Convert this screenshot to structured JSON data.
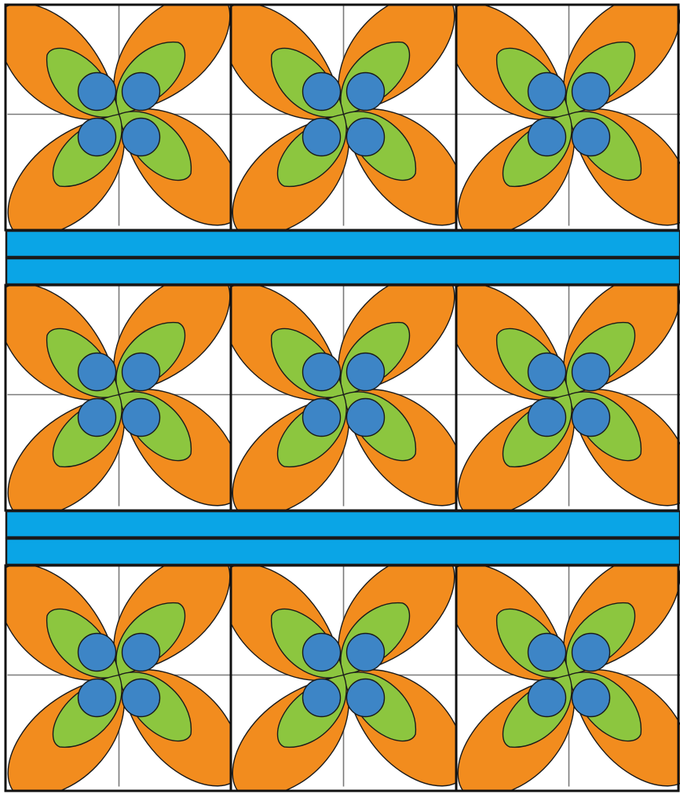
{
  "pattern": {
    "rows_of_tiles": 3,
    "tiles_per_row": 3,
    "divider_bands_between_rows": 2,
    "stripes_per_band": 2,
    "petals_per_motif": 4,
    "motif_layers": [
      "outer-petal",
      "inner-petal",
      "center-dot"
    ]
  },
  "colors": {
    "background": "#ffffff",
    "grid_line": "#7a7a7a",
    "tile_border": "#111111",
    "outer_petal": "#f28c1e",
    "inner_petal": "#8cc63f",
    "center_dot": "#3d85c6",
    "stripe": "#0aa5e6",
    "outline": "#1a1a1a"
  }
}
